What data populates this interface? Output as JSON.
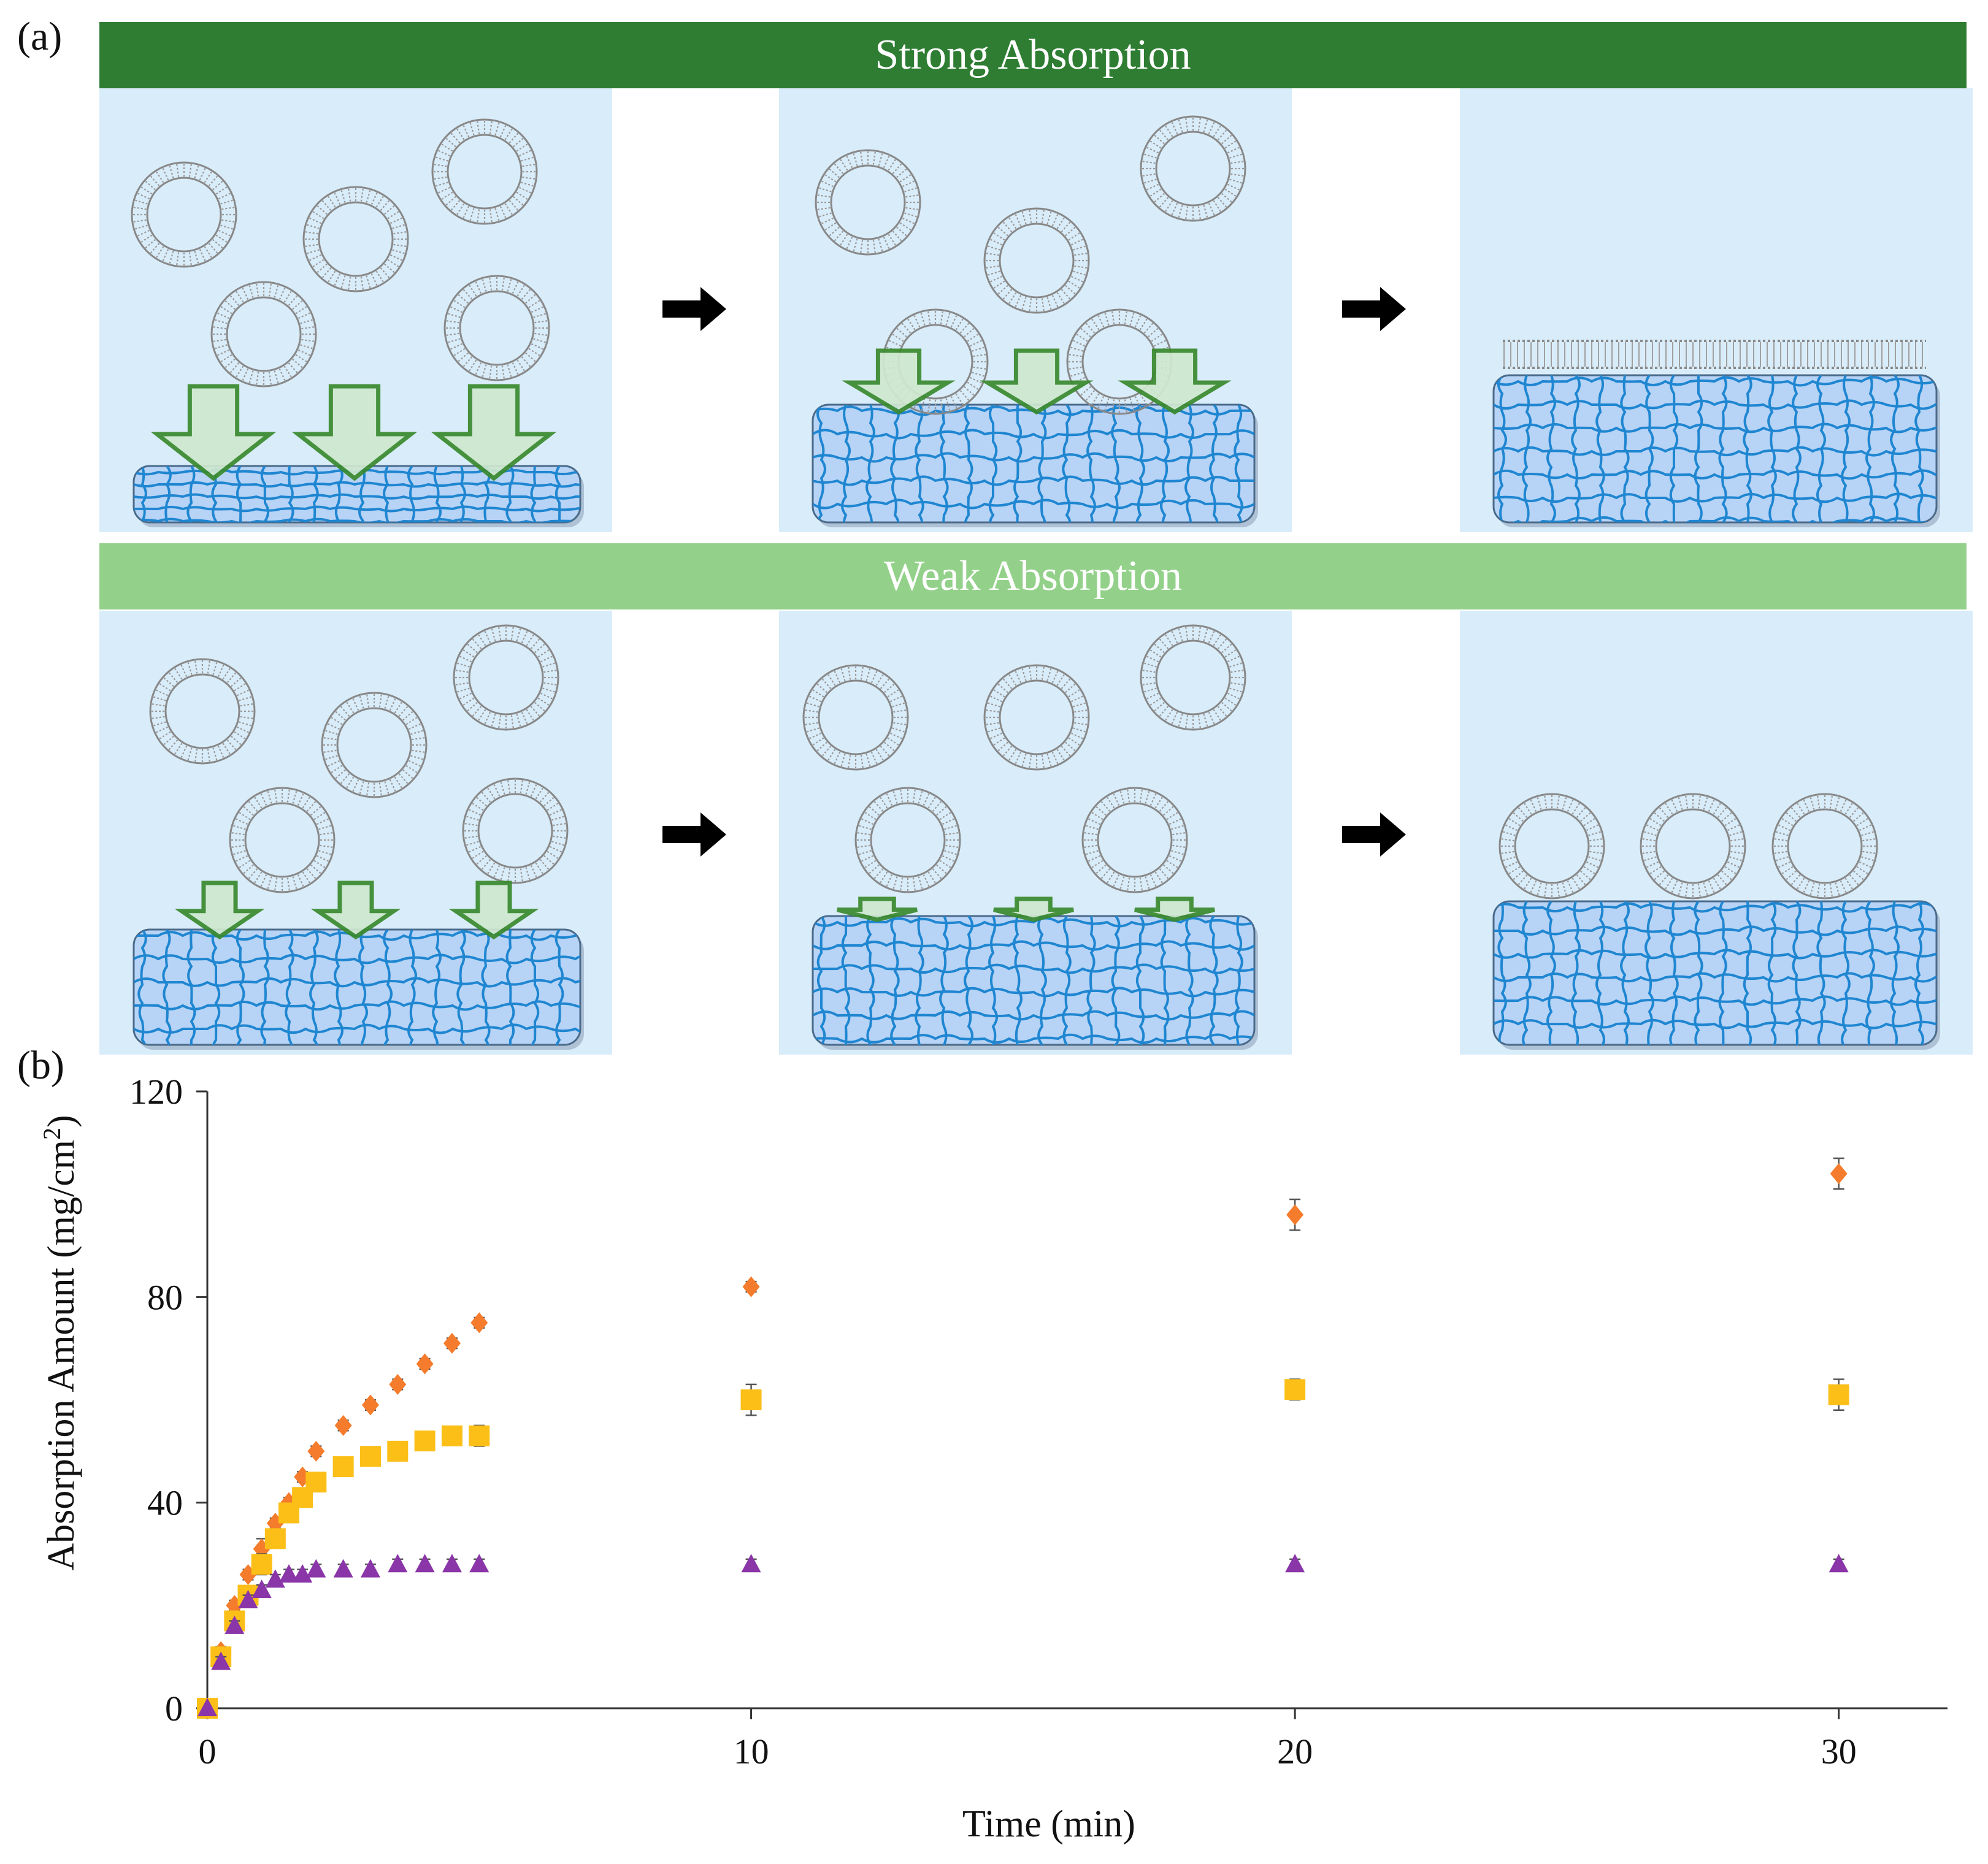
{
  "panels": {
    "a_label": "(a)",
    "b_label": "(b)"
  },
  "banners": {
    "strong": "Strong Absorption",
    "weak": "Weak Absorption"
  },
  "colors": {
    "strong_banner": "#2e7d32",
    "weak_banner": "#93d18a",
    "scene_background": "#d9ecf9",
    "hydrogel_fill": "#b7d3f5",
    "hydrogel_mesh": "#1f86d1",
    "arrow_fill": "#cfe8cf",
    "arrow_stroke": "#3a8a2e",
    "series_diamond": "#f47c2c",
    "series_square": "#fbbf18",
    "series_triangle": "#8a35a8"
  },
  "icons": {
    "transition_arrow": "right-arrow-icon",
    "vesicle": "liposome-icon"
  },
  "chart_data": {
    "type": "scatter",
    "xlabel": "Time (min)",
    "ylabel": "Absorption Amount (mg/cm",
    "ylabel_sup": "2",
    "ylabel_suffix": ")",
    "xlim": [
      0,
      32
    ],
    "ylim": [
      0,
      120
    ],
    "xticks": [
      0,
      10,
      20,
      30
    ],
    "yticks": [
      0,
      40,
      80,
      120
    ],
    "grid": false,
    "legend": "none",
    "series": [
      {
        "marker": "diamond",
        "x": [
          0,
          0.25,
          0.5,
          0.75,
          1,
          1.25,
          1.5,
          1.75,
          2,
          2.5,
          3,
          3.5,
          4,
          4.5,
          5,
          10,
          20,
          30
        ],
        "y": [
          0,
          11,
          20,
          26,
          31,
          36,
          40,
          45,
          50,
          55,
          59,
          63,
          67,
          71,
          75,
          82,
          96,
          104
        ],
        "err": [
          0,
          1,
          1,
          1,
          2,
          1,
          1,
          1,
          1,
          1,
          1,
          1,
          1,
          1,
          1,
          1,
          3,
          3
        ]
      },
      {
        "marker": "square",
        "x": [
          0,
          0.25,
          0.5,
          0.75,
          1,
          1.25,
          1.5,
          1.75,
          2,
          2.5,
          3,
          3.5,
          4,
          4.5,
          5,
          10,
          20,
          30
        ],
        "y": [
          0,
          10,
          17,
          22,
          28,
          33,
          38,
          41,
          44,
          47,
          49,
          50,
          52,
          53,
          53,
          60,
          62,
          61
        ],
        "err": [
          0,
          1,
          1,
          1,
          2,
          1,
          1,
          1,
          1,
          1,
          1,
          1,
          1,
          1,
          2,
          3,
          2,
          3
        ]
      },
      {
        "marker": "triangle",
        "x": [
          0,
          0.25,
          0.5,
          0.75,
          1,
          1.25,
          1.5,
          1.75,
          2,
          2.5,
          3,
          3.5,
          4,
          4.5,
          5,
          10,
          20,
          30
        ],
        "y": [
          0,
          9,
          16,
          21,
          23,
          25,
          26,
          26,
          27,
          27,
          27,
          28,
          28,
          28,
          28,
          28,
          28,
          28
        ],
        "err": [
          0,
          1,
          1,
          1,
          1,
          1,
          1,
          1,
          1,
          1,
          1,
          1,
          1,
          1,
          1,
          1,
          1,
          1
        ]
      }
    ]
  }
}
